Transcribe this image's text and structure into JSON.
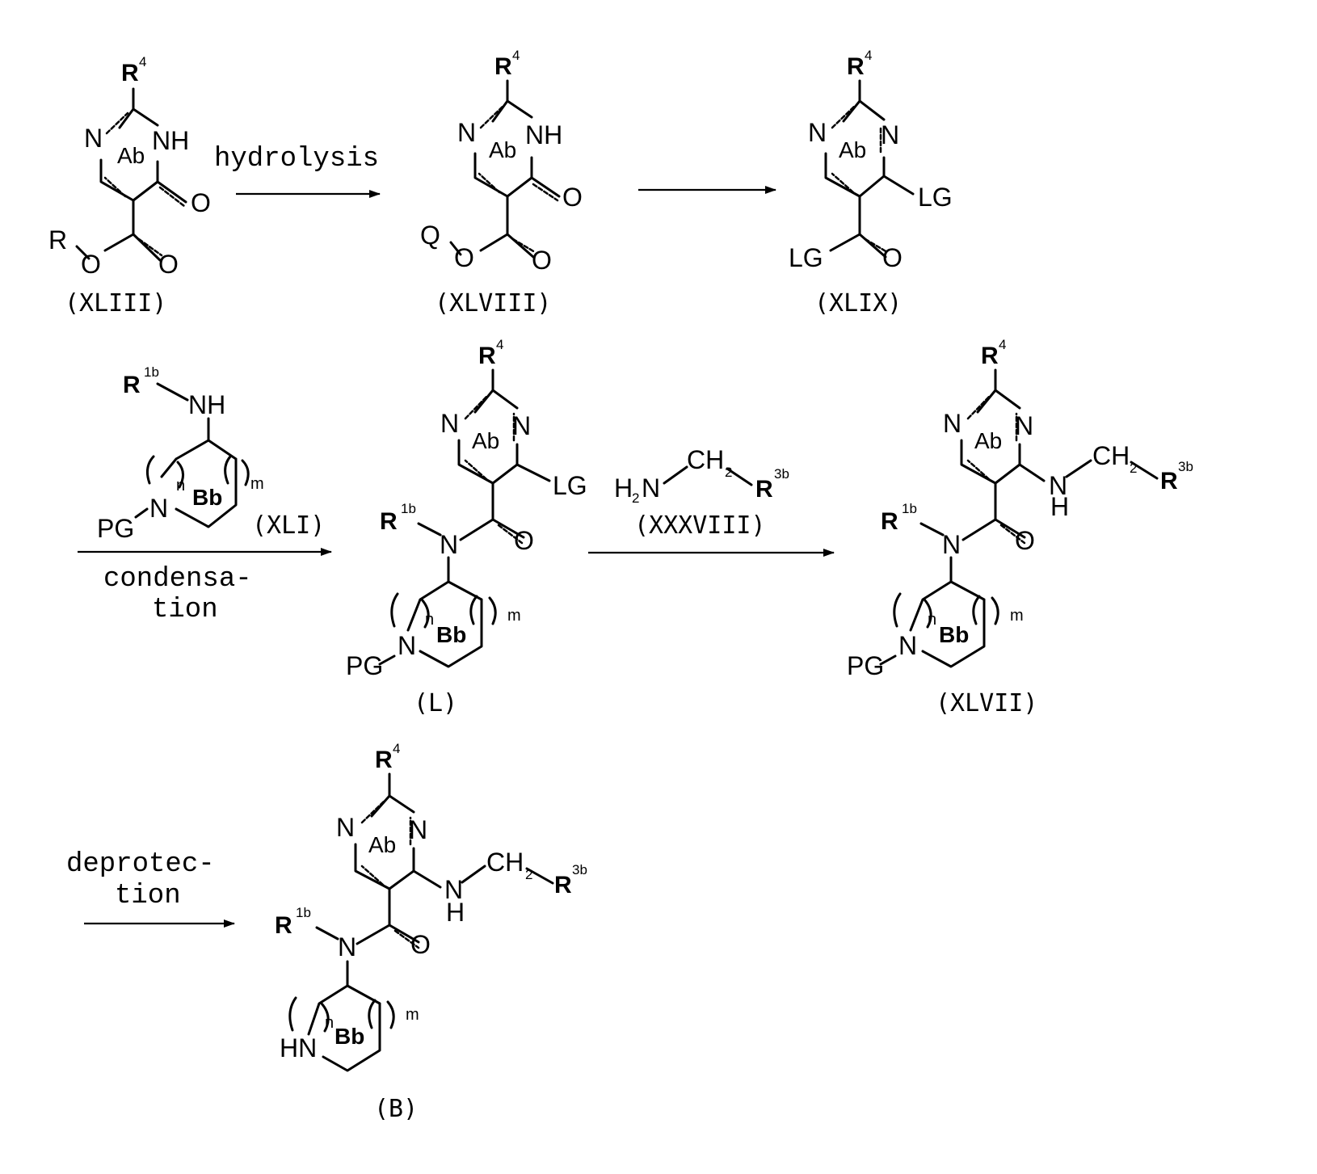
{
  "compounds": {
    "c1": {
      "label": "(XLIII)",
      "r4": "R",
      "r4_sup": "4",
      "n_left": "N",
      "nh": "NH",
      "ring": "Ab",
      "o_keto": "O",
      "ester_r": "R",
      "ester_o": "O",
      "ester_o2": "O"
    },
    "c2": {
      "label": "(XLVIII)",
      "r4": "R",
      "r4_sup": "4",
      "n_left": "N",
      "nh": "NH",
      "ring": "Ab",
      "o_keto": "O",
      "ester_q": "Q",
      "ester_o": "O",
      "ester_o2": "O"
    },
    "c3": {
      "label": "(XLIX)",
      "r4": "R",
      "r4_sup": "4",
      "n_left": "N",
      "n_right": "N",
      "ring": "Ab",
      "lg1": "LG",
      "lg2": "LG",
      "o": "O"
    },
    "c4": {
      "label": "(L)",
      "r4": "R",
      "r4_sup": "4",
      "n_left": "N",
      "n_right": "N",
      "ring": "Ab",
      "lg": "LG",
      "r1b": "R",
      "r1b_sup": "1b",
      "n_amide": "N",
      "o": "O",
      "n_ring": "N",
      "ring_b": "Bb",
      "n_idx": "n",
      "m_idx": "m",
      "pg": "PG"
    },
    "c5": {
      "label": "(XLVII)",
      "r4": "R",
      "r4_sup": "4",
      "n_left": "N",
      "n_right": "N",
      "ring": "Ab",
      "nh_n": "N",
      "nh_h": "H",
      "ch2": "CH",
      "ch2_sub": "2",
      "r3b": "R",
      "r3b_sup": "3b",
      "r1b": "R",
      "r1b_sup": "1b",
      "n_amide": "N",
      "o": "O",
      "n_ring": "N",
      "ring_b": "Bb",
      "n_idx": "n",
      "m_idx": "m",
      "pg": "PG"
    },
    "c6": {
      "label": "(B)",
      "r4": "R",
      "r4_sup": "4",
      "n_left": "N",
      "n_right": "N",
      "ring": "Ab",
      "nh_n": "N",
      "nh_h": "H",
      "ch2": "CH",
      "ch2_sub": "2",
      "r3b": "R",
      "r3b_sup": "3b",
      "r1b": "R",
      "r1b_sup": "1b",
      "n_amide": "N",
      "o": "O",
      "hn": "HN",
      "ring_b": "Bb",
      "n_idx": "n",
      "m_idx": "m"
    }
  },
  "reagents": {
    "xli": {
      "label": "(XLI)",
      "r1b": "R",
      "r1b_sup": "1b",
      "nh": "NH",
      "n_ring": "N",
      "ring_b": "Bb",
      "n_idx": "n",
      "m_idx": "m",
      "pg": "PG"
    },
    "xxxviii": {
      "label": "(XXXVIII)",
      "h": "H",
      "h_sub": "2",
      "n": "N",
      "ch2": "CH",
      "ch2_sub": "2",
      "r3b": "R",
      "r3b_sup": "3b"
    }
  },
  "conditions": {
    "step1": "hydrolysis",
    "step3_line1": "condensa-",
    "step3_line2": "tion",
    "step5_line1": "deprotec-",
    "step5_line2": "tion"
  }
}
